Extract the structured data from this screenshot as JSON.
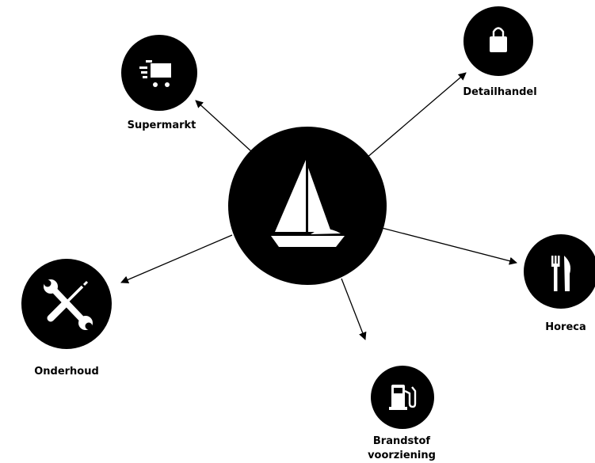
{
  "colors": {
    "node": "#000000",
    "icon": "#ffffff",
    "text": "#000000",
    "background": "#ffffff"
  },
  "center": {
    "icon": "sailboat-icon"
  },
  "nodes": [
    {
      "id": "supermarkt",
      "label": "Supermarkt",
      "icon": "shopping-cart-icon"
    },
    {
      "id": "detailhandel",
      "label": "Detailhandel",
      "icon": "shopping-bag-icon"
    },
    {
      "id": "horeca",
      "label": "Horeca",
      "icon": "fork-knife-icon"
    },
    {
      "id": "onderhoud",
      "label": "Onderhoud",
      "icon": "wrench-screwdriver-icon"
    },
    {
      "id": "brandstof",
      "label_line1": "Brandstof",
      "label_line2": "voorziening",
      "icon": "fuel-pump-icon"
    }
  ]
}
